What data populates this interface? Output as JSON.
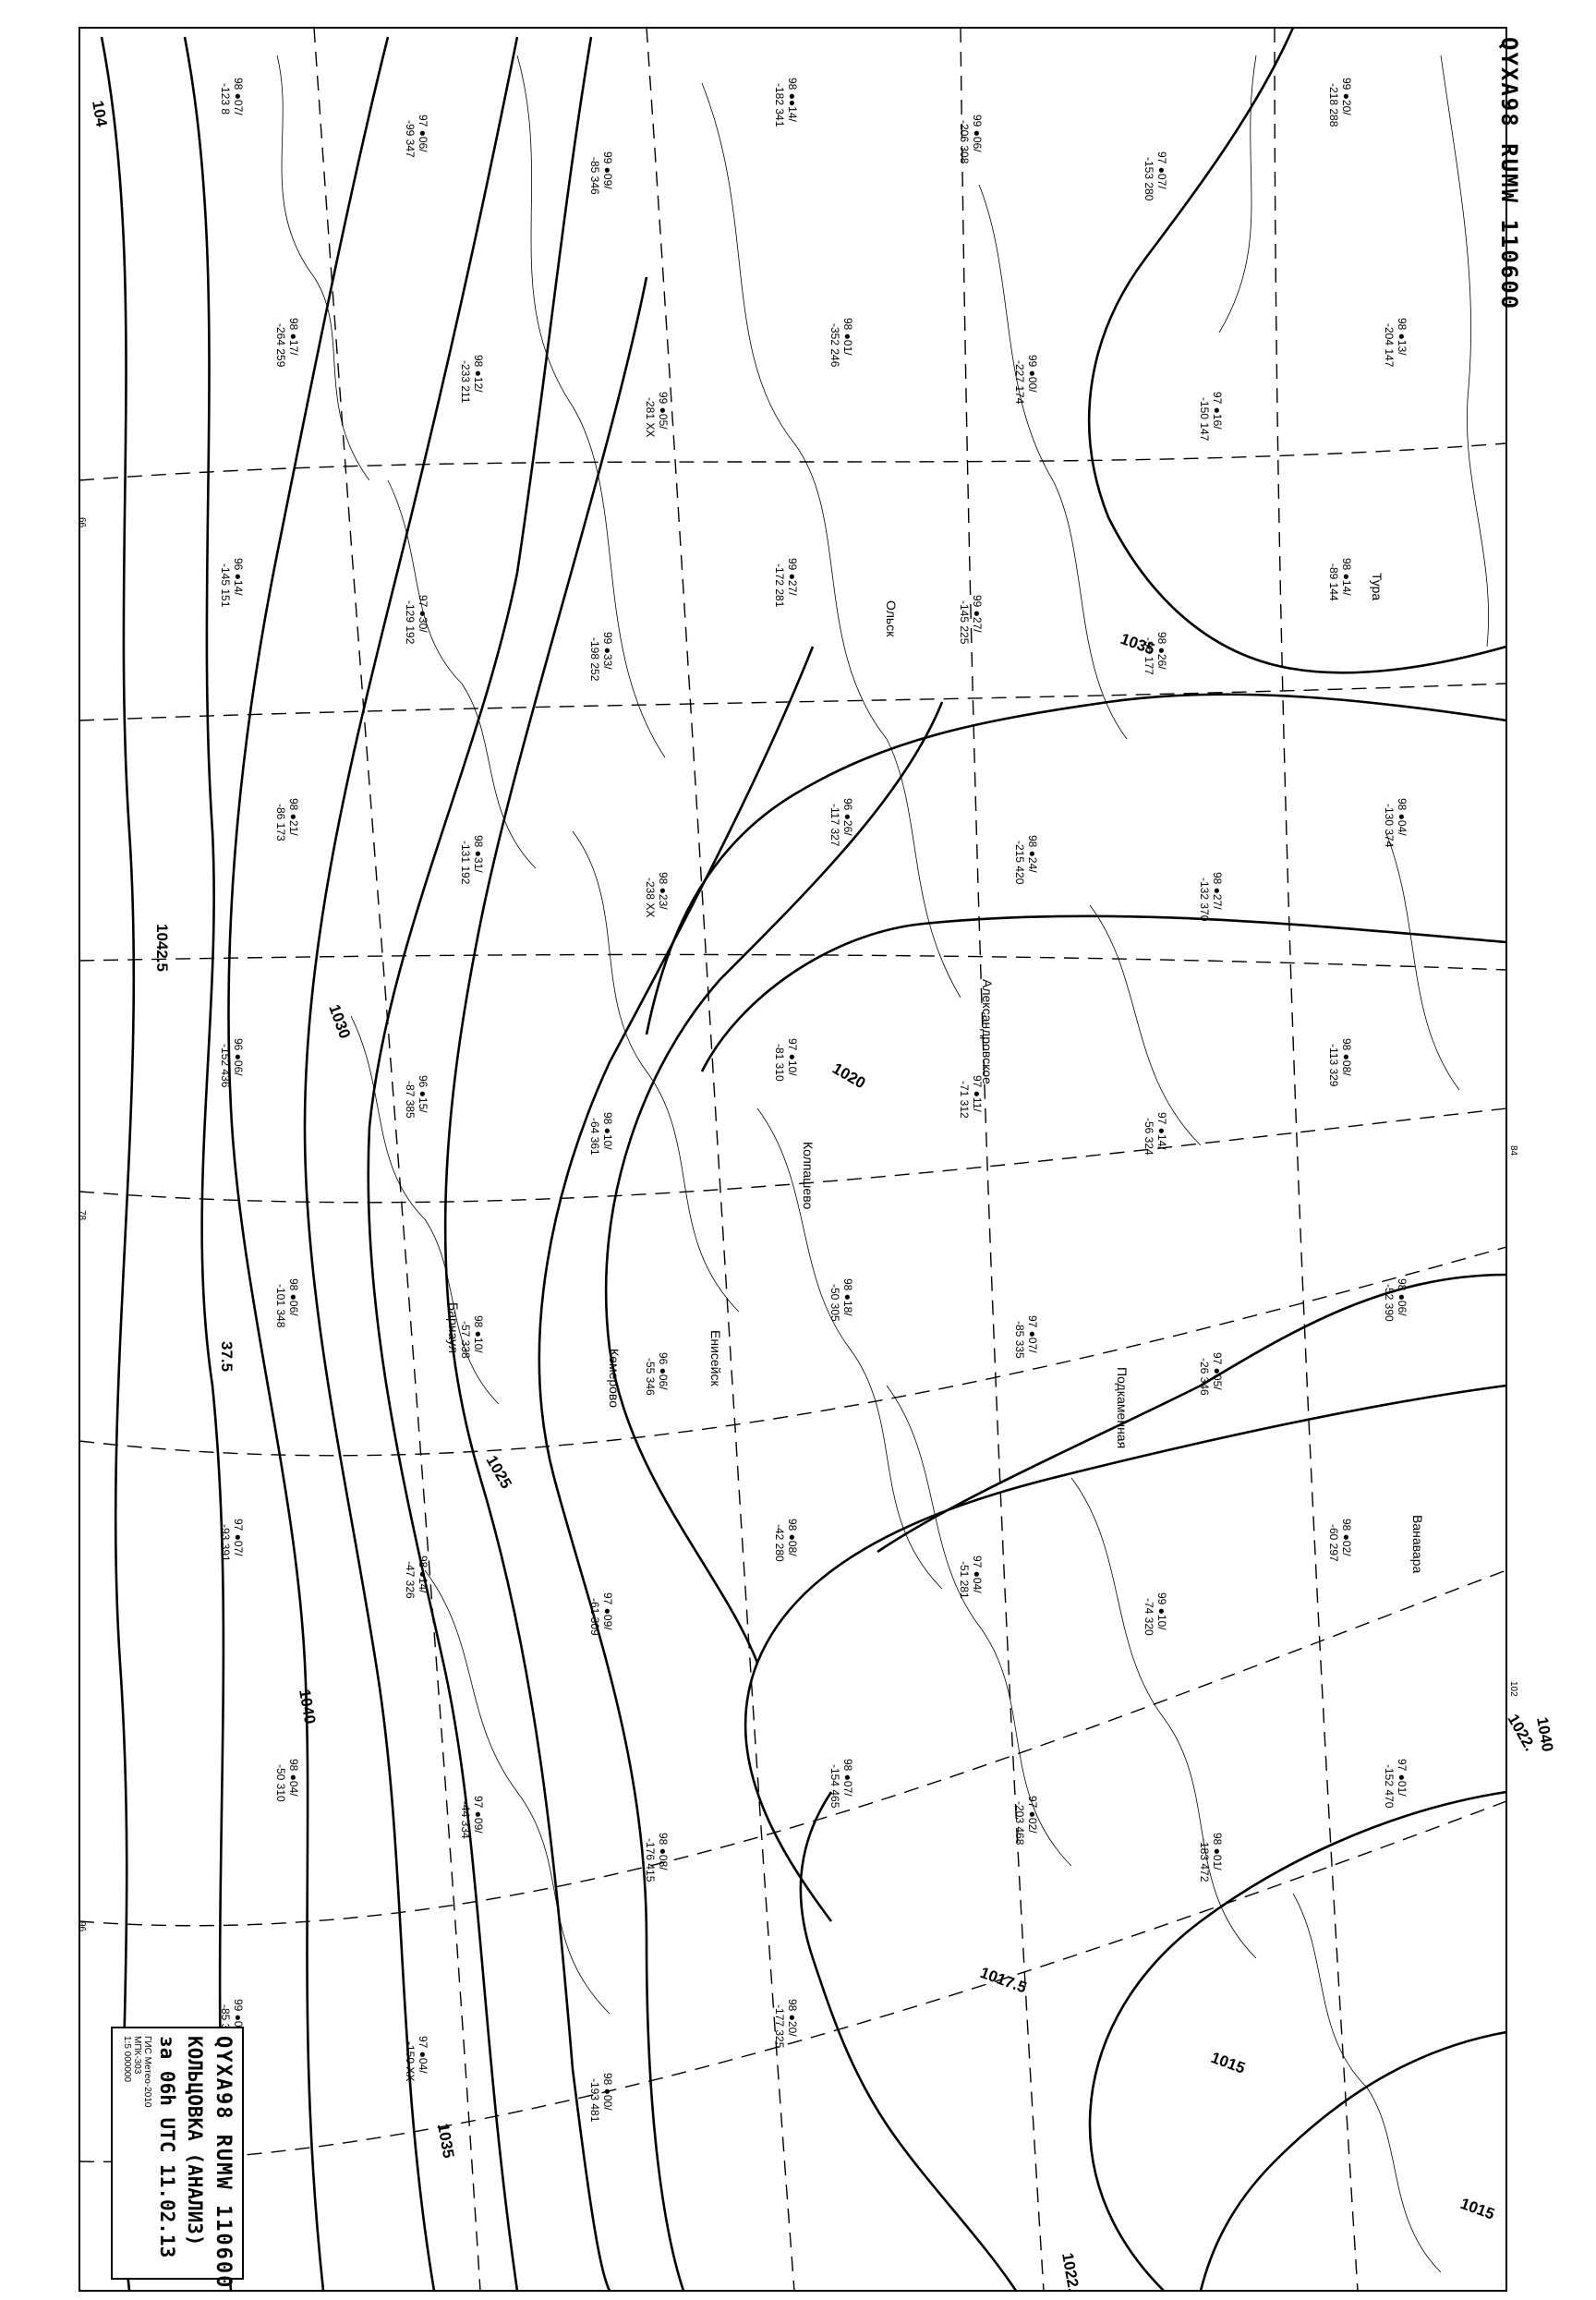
{
  "header": {
    "product_code": "QYXA98 RUMW 110600"
  },
  "legend": {
    "product_code": "QYXA98 RUMW 110600",
    "title": "КОЛЬЦОВКА (АНАЛИЗ)",
    "valid_time": "за 06h UTC 11.02.13",
    "credit": "ГИС Метео-2010",
    "agency": "МПК-303",
    "scale": "1:5 000000"
  },
  "isobar_labels": [
    {
      "id": "i1035a",
      "text": "1035"
    },
    {
      "id": "i1040a",
      "text": "1040"
    },
    {
      "id": "i1042",
      "text": "1042.5"
    },
    {
      "id": "i1030",
      "text": "1030"
    },
    {
      "id": "i1025",
      "text": "1025"
    },
    {
      "id": "i1020",
      "text": "1020"
    },
    {
      "id": "i1017",
      "text": "1017.5"
    },
    {
      "id": "i1015a",
      "text": "1015"
    },
    {
      "id": "i1015b",
      "text": "1015"
    },
    {
      "id": "i1022",
      "text": "1022."
    },
    {
      "id": "i1035b",
      "text": "1035"
    },
    {
      "id": "i1037",
      "text": "37.5"
    },
    {
      "id": "i1022b",
      "text": "1022."
    },
    {
      "id": "i1040b",
      "text": "1040"
    },
    {
      "id": "i104c",
      "text": "104"
    }
  ],
  "place_names": [
    {
      "id": "p1",
      "text": "Александровское"
    },
    {
      "id": "p2",
      "text": "Барнаул"
    },
    {
      "id": "p3",
      "text": "Колпашево"
    },
    {
      "id": "p4",
      "text": "Енисейск"
    },
    {
      "id": "p5",
      "text": "Подкаменная"
    },
    {
      "id": "p6",
      "text": "Ванавара"
    },
    {
      "id": "p7",
      "text": "Тура"
    },
    {
      "id": "p8",
      "text": "Ольск"
    },
    {
      "id": "p9",
      "text": "Кемерово"
    }
  ],
  "station_samples": [
    {
      "id": "s1",
      "pressure": "-123 8",
      "value": "98 ●07/"
    },
    {
      "id": "s2",
      "pressure": "-99 347",
      "value": "97 ●06/"
    },
    {
      "id": "s3",
      "pressure": "-85 346",
      "value": "99 ●09/"
    },
    {
      "id": "s4",
      "pressure": "-182 341",
      "value": "98 ●●14/"
    },
    {
      "id": "s5",
      "pressure": "-206 308",
      "value": "99 ●06/"
    },
    {
      "id": "s6",
      "pressure": "-153 280",
      "value": "97 ●07/"
    },
    {
      "id": "s7",
      "pressure": "-218 288",
      "value": "99 ●20/"
    },
    {
      "id": "s8",
      "pressure": "-264 259",
      "value": "98 ●17/"
    },
    {
      "id": "s9",
      "pressure": "-233 211",
      "value": "98 ●12/"
    },
    {
      "id": "s10",
      "pressure": "-281 XX",
      "value": "99 ●05/"
    },
    {
      "id": "s11",
      "pressure": "-352 246",
      "value": "98 ●01/"
    },
    {
      "id": "s12",
      "pressure": "-227 174",
      "value": "99 ●00/"
    },
    {
      "id": "s13",
      "pressure": "-150 147",
      "value": "97 ●16/"
    },
    {
      "id": "s14",
      "pressure": "-204 147",
      "value": "98 ●13/"
    },
    {
      "id": "s15",
      "pressure": "-145 151",
      "value": "96 ●14/"
    },
    {
      "id": "s16",
      "pressure": "-129 192",
      "value": "97 ●30/"
    },
    {
      "id": "s17",
      "pressure": "-198 252",
      "value": "99 ●33/"
    },
    {
      "id": "s18",
      "pressure": "-172 281",
      "value": "99 ●27/"
    },
    {
      "id": "s19",
      "pressure": "-145 225",
      "value": "99 ●27/"
    },
    {
      "id": "s20",
      "pressure": "-96 177",
      "value": "98 ●26/"
    },
    {
      "id": "s21",
      "pressure": "-89 144",
      "value": "98 ●14/"
    },
    {
      "id": "s22",
      "pressure": "-86 173",
      "value": "98 ●21/"
    },
    {
      "id": "s23",
      "pressure": "-131 192",
      "value": "98 ●31/"
    },
    {
      "id": "s24",
      "pressure": "-238 XX",
      "value": "98 ●23/"
    },
    {
      "id": "s25",
      "pressure": "-117 327",
      "value": "96 ●26/"
    },
    {
      "id": "s26",
      "pressure": "-215 420",
      "value": "98 ●24/"
    },
    {
      "id": "s27",
      "pressure": "-132 370",
      "value": "98 ●27/"
    },
    {
      "id": "s28",
      "pressure": "-130 374",
      "value": "98 ●04/"
    },
    {
      "id": "s29",
      "pressure": "-152 436",
      "value": "96 ●06/"
    },
    {
      "id": "s30",
      "pressure": "-87 385",
      "value": "96 ●15/"
    },
    {
      "id": "s31",
      "pressure": "-64 361",
      "value": "98 ●10/"
    },
    {
      "id": "s32",
      "pressure": "-81 310",
      "value": "97 ●10/"
    },
    {
      "id": "s33",
      "pressure": "-71 312",
      "value": "97 ●11/"
    },
    {
      "id": "s34",
      "pressure": "-56 324",
      "value": "97 ●14/"
    },
    {
      "id": "s35",
      "pressure": "-113 329",
      "value": "98 ●08/"
    },
    {
      "id": "s36",
      "pressure": "-101 348",
      "value": "98 ●06/"
    },
    {
      "id": "s37",
      "pressure": "-57 338",
      "value": "98 ●10/"
    },
    {
      "id": "s38",
      "pressure": "-55 346",
      "value": "96 ●06/"
    },
    {
      "id": "s39",
      "pressure": "-50 305",
      "value": "98 ●18/"
    },
    {
      "id": "s40",
      "pressure": "-85 335",
      "value": "97 ●07/"
    },
    {
      "id": "s41",
      "pressure": "-26 346",
      "value": "97 ●05/"
    },
    {
      "id": "s42",
      "pressure": "-52 390",
      "value": "98 ●06/"
    },
    {
      "id": "s43",
      "pressure": "-93 391",
      "value": "97 ●07/"
    },
    {
      "id": "s44",
      "pressure": "-47 326",
      "value": "98 ●14/"
    },
    {
      "id": "s45",
      "pressure": "-61 309",
      "value": "97 ●09/"
    },
    {
      "id": "s46",
      "pressure": "-42 280",
      "value": "98 ●08/"
    },
    {
      "id": "s47",
      "pressure": "-51 281",
      "value": "97 ●04/"
    },
    {
      "id": "s48",
      "pressure": "-74 320",
      "value": "99 ●10/"
    },
    {
      "id": "s49",
      "pressure": "-60 297",
      "value": "98 ●02/"
    },
    {
      "id": "s50",
      "pressure": "-50 310",
      "value": "98 ●04/"
    },
    {
      "id": "s51",
      "pressure": "-44 334",
      "value": "97 ●09/"
    },
    {
      "id": "s52",
      "pressure": "-176 415",
      "value": "98 ●08/"
    },
    {
      "id": "s53",
      "pressure": "-154 465",
      "value": "98 ●07/"
    },
    {
      "id": "s54",
      "pressure": "-203 468",
      "value": "97 ●02/"
    },
    {
      "id": "s55",
      "pressure": "-183 472",
      "value": "98 ●01/"
    },
    {
      "id": "s56",
      "pressure": "-152 470",
      "value": "97 ●01/"
    },
    {
      "id": "s57",
      "pressure": "-85 394",
      "value": "99 ●07/"
    },
    {
      "id": "s58",
      "pressure": "-150 XX",
      "value": "97 ●04/"
    },
    {
      "id": "s59",
      "pressure": "-193 481",
      "value": "98 ●00/"
    },
    {
      "id": "s60",
      "pressure": "-177 325",
      "value": "98 ●20/"
    }
  ],
  "lines": {
    "isobar_color": "#000000",
    "grid_color": "#000000",
    "border_color": "#000000"
  }
}
